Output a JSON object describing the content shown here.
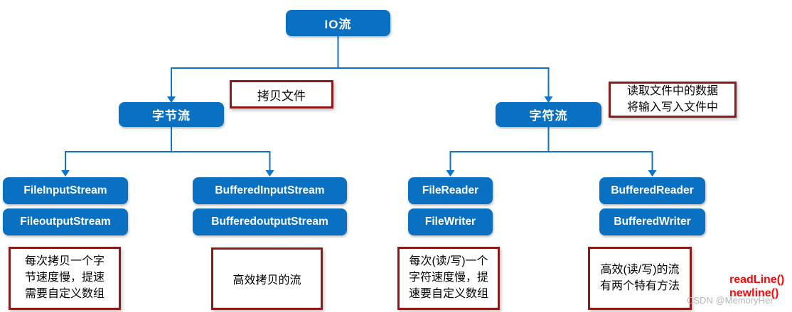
{
  "diagram": {
    "root_label": "IO流",
    "byte_label": "字节流",
    "char_label": "字符流",
    "leaves": {
      "file_input": "FileInputStream",
      "file_output": "FileoutputStream",
      "buffered_input": "BufferedInputStream",
      "buffered_output": "BufferedoutputStream",
      "file_reader": "FileReader",
      "file_writer": "FileWriter",
      "buffered_reader": "BufferedReader",
      "buffered_writer": "BufferedWriter"
    },
    "notes": {
      "copy_file": "拷贝文件",
      "char_purpose": {
        "line1": "读取文件中的数据",
        "line2": "将输入写入文件中"
      },
      "byte_slow": {
        "line1": "每次拷贝一个字",
        "line2": "节速度慢，提速",
        "line3": "需要自定义数组"
      },
      "byte_fast": "高效拷贝的流",
      "char_slow": {
        "line1": "每次(读/写)一个",
        "line2": "字符速度慢，提",
        "line3": "速要自定义数组"
      },
      "char_fast": {
        "line1": "高效(读/写)的流",
        "line2": "有两个特有方法"
      }
    },
    "methods": {
      "line1": "readLine()",
      "line2": "newline()"
    },
    "watermark": "CSDN @MemoryHer",
    "colors": {
      "node_blue": "#0A70C1",
      "connector_blue": "#0E74C8",
      "note_border_red": "#8B1A1A",
      "method_red": "#FB0609",
      "watermark_gray": "#AFAFB4"
    }
  }
}
